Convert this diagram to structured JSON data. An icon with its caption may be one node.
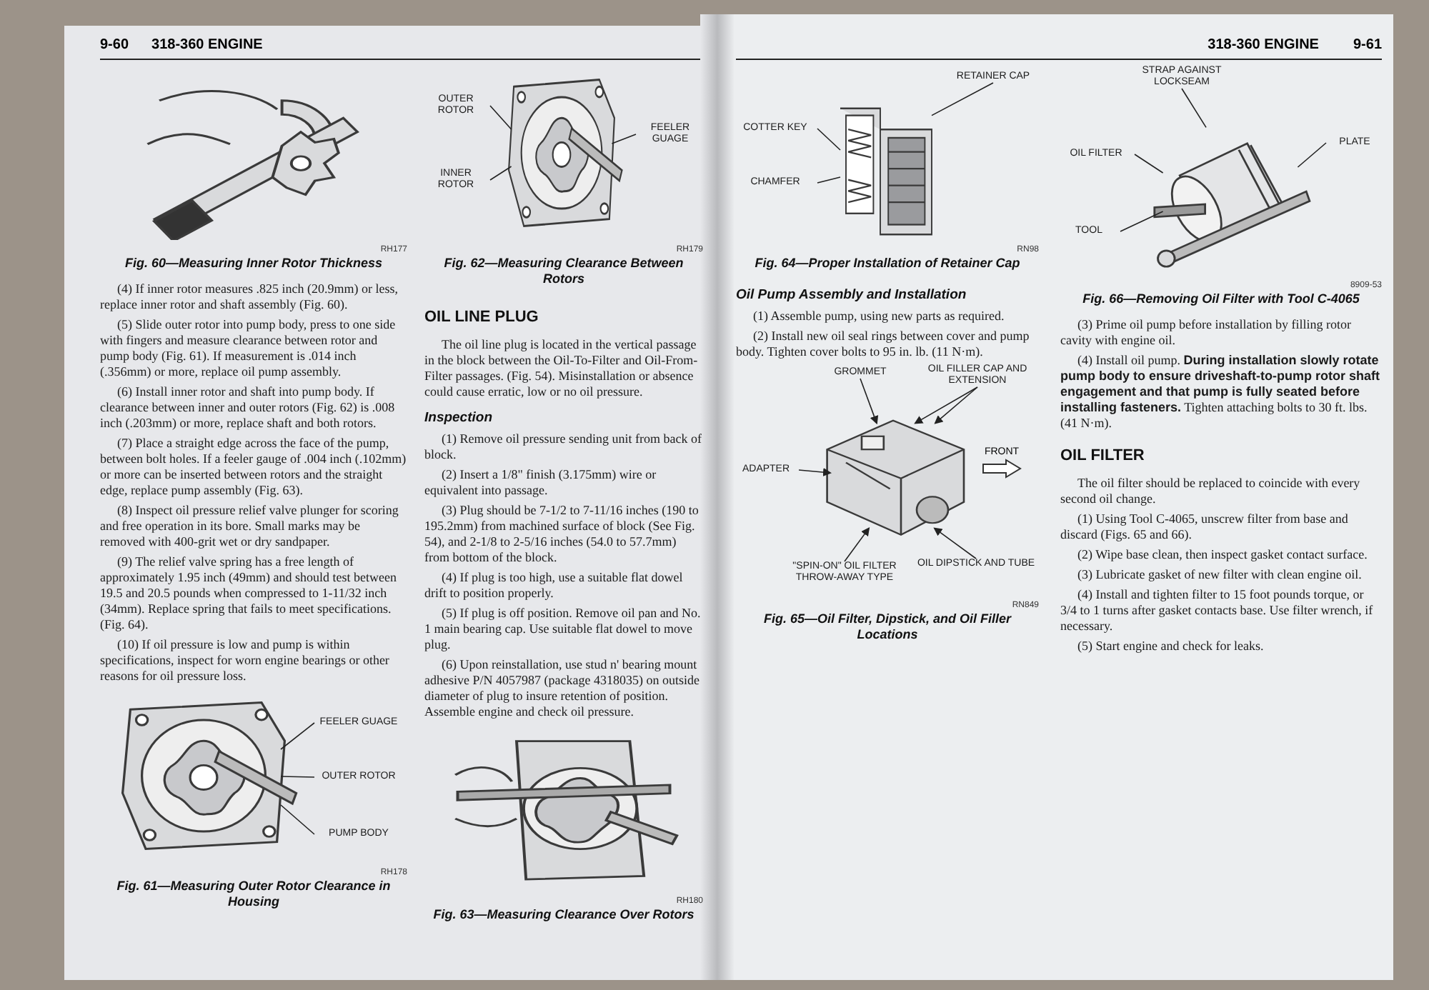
{
  "diagram": {
    "nodes": [
      {
        "text": [],
        "shape": "picture",
        "beside": [
          "RH177",
          "Fig. 60—Measuring Inner Rotor Thickness"
        ]
      },
      {
        "text": [],
        "shape": "picture",
        "beside": [
          "RH178",
          "Fig. 61—Measuring Outer Rotor Clearance in Housing"
        ]
      },
      {
        "text": [
          "FEELER GUAGE"
        ]
      },
      {
        "text": [
          "OUTER ROTOR"
        ]
      },
      {
        "text": [
          "PUMP BODY"
        ]
      },
      {
        "text": [],
        "shape": "picture",
        "beside": [
          "RH179",
          "Fig. 62—Measuring Clearance Between Rotors"
        ]
      },
      {
        "text": [
          "OUTER ROTOR"
        ]
      },
      {
        "text": [
          "INNER ROTOR"
        ]
      },
      {
        "text": [
          "FEELER GUAGE"
        ]
      },
      {
        "text": [],
        "shape": "picture",
        "beside": [
          "RH180",
          "Fig. 63—Measuring Clearance Over Rotors"
        ]
      },
      {
        "text": [],
        "shape": "picture",
        "beside": [
          "RN98",
          "Fig. 64—Proper Installation of Retainer Cap"
        ]
      },
      {
        "text": [
          "RETAINER CAP"
        ]
      },
      {
        "text": [
          "COTTER KEY"
        ]
      },
      {
        "text": [
          "CHAMFER"
        ]
      },
      {
        "text": [],
        "shape": "picture",
        "beside": [
          "RN849",
          "Fig. 65—Oil Filter, Dipstick, and Oil Filler Locations"
        ]
      },
      {
        "text": [
          "GROMMET"
        ]
      },
      {
        "text": [
          "OIL FILLER CAP AND EXTENSION"
        ]
      },
      {
        "text": [
          "ADAPTER"
        ]
      },
      {
        "text": [
          "\"SPIN-ON\" OIL FILTER THROW-AWAY TYPE"
        ]
      },
      {
        "text": [
          "OIL DIPSTICK AND TUBE"
        ]
      },
      {
        "text": [],
        "shape": "picture",
        "beside": [
          "8909-53",
          "Fig. 66—Removing Oil Filter with Tool C-4065"
        ]
      },
      {
        "text": [
          "STRAP AGAINST LOCKSEAM"
        ]
      },
      {
        "text": [
          "PLATE"
        ]
      },
      {
        "text": [
          "OIL FILTER"
        ]
      },
      {
        "text": [
          "TOOL"
        ]
      }
    ],
    "edges": [
      {
        "from": 2,
        "to": 1,
        "arrow": "none"
      },
      {
        "from": 3,
        "to": 1,
        "arrow": "none"
      },
      {
        "from": 4,
        "to": 1,
        "arrow": "none"
      },
      {
        "from": 6,
        "to": 5,
        "arrow": "none"
      },
      {
        "from": 7,
        "to": 5,
        "arrow": "none"
      },
      {
        "from": 8,
        "to": 5,
        "arrow": "none"
      },
      {
        "from": 11,
        "to": 10,
        "arrow": "none"
      },
      {
        "from": 12,
        "to": 10,
        "arrow": "none"
      },
      {
        "from": 13,
        "to": 10,
        "arrow": "none"
      },
      {
        "from": 15,
        "to": 14,
        "arrow": "to"
      },
      {
        "from": 16,
        "to": 14,
        "arrow": "to"
      },
      {
        "from": 16,
        "to": 14,
        "arrow": "to"
      },
      {
        "from": 17,
        "to": 14,
        "arrow": "to"
      },
      {
        "from": 18,
        "to": 14,
        "arrow": "to"
      },
      {
        "from": 19,
        "to": 14,
        "arrow": "to"
      },
      {
        "from": 21,
        "to": 20,
        "arrow": "none"
      },
      {
        "from": 22,
        "to": 20,
        "arrow": "none"
      },
      {
        "from": 23,
        "to": 20,
        "arrow": "none"
      },
      {
        "from": 24,
        "to": 20,
        "arrow": "none"
      }
    ],
    "labels": [
      "9-60",
      "318-360 ENGINE",
      "(4) If inner rotor measures .825 inch (20.9mm) or less, replace inner rotor and shaft assembly (Fig. 60).",
      "(5) Slide outer rotor into pump body, press to one side with fingers and measure clearance between rotor and pump body (Fig. 61). If measurement is .014 inch (.356mm) or more, replace oil pump assembly.",
      "(6) Install inner rotor and shaft into pump body. If clearance between inner and outer rotors (Fig. 62) is .008 inch (.203mm) or more, replace shaft and both rotors.",
      "(7) Place a straight edge across the face of the pump, between bolt holes. If a feeler gauge of .004 inch (.102mm) or more can be inserted between rotors and the straight edge, replace pump assembly (Fig. 63).",
      "(8) Inspect oil pressure relief valve plunger for scoring and free operation in its bore. Small marks may be removed with 400-grit wet or dry sandpaper.",
      "(9) The relief valve spring has a free length of approximately 1.95 inch (49mm) and should test between 19.5 and 20.5 pounds when compressed to 1-11/32 inch (34mm). Replace spring that fails to meet specifications. (Fig. 64).",
      "(10) If oil pressure is low and pump is within specifications, inspect for worn engine bearings or other reasons for oil pressure loss.",
      "OIL LINE PLUG",
      "The oil line plug is located in the vertical passage in the block between the Oil-To-Filter and Oil-From-Filter passages. (Fig. 54). Misinstallation or absence could cause erratic, low or no oil pressure.",
      "Inspection",
      "(1) Remove oil pressure sending unit from back of block.",
      "(2) Insert a 1/8\" finish (3.175mm) wire or equivalent into passage.",
      "(3) Plug should be 7-1/2 to 7-11/16 inches (190 to 195.2mm) from machined surface of block (See Fig. 54), and 2-1/8 to 2-5/16 inches (54.0 to 57.7mm) from bottom of the block.",
      "(4) If plug is too high, use a suitable flat dowel drift to position properly.",
      "(5) If plug is off position. Remove oil pan and No. 1 main bearing cap. Use suitable flat dowel to move plug.",
      "(6) Upon reinstallation, use stud n' bearing mount adhesive P/N 4057987 (package 4318035) on outside diameter of plug to insure retention of position. Assemble engine and check oil pressure.",
      "FRONT",
      "Oil Pump Assembly and Installation",
      "(1) Assemble pump, using new parts as required.",
      "(2) Install new oil seal rings between cover and pump body. Tighten cover bolts to 95 in. lb. (11 N·m).",
      "318-360 ENGINE",
      "9-61",
      "(3) Prime oil pump before installation by filling rotor cavity with engine oil.",
      "(4) Install oil pump. **During installation slowly rotate pump body to ensure driveshaft-to-pump rotor shaft engagement and that pump is fully seated before installing fasteners.** Tighten attaching bolts to 30 ft. lbs. (41 N·m).",
      "OIL FILTER",
      "The oil filter should be replaced to coincide with every second oil change.",
      "(1) Using Tool C-4065, unscrew filter from base and discard (Figs. 65 and 66).",
      "(2) Wipe base clean, then inspect gasket contact surface.",
      "(3) Lubricate gasket of new filter with clean engine oil.",
      "(4) Install and tighten filter to 15 foot pounds torque, or 3/4 to 1 turns after gasket contacts base. Use filter wrench, if necessary.",
      "(5) Start engine and check for leaks."
    ]
  }
}
